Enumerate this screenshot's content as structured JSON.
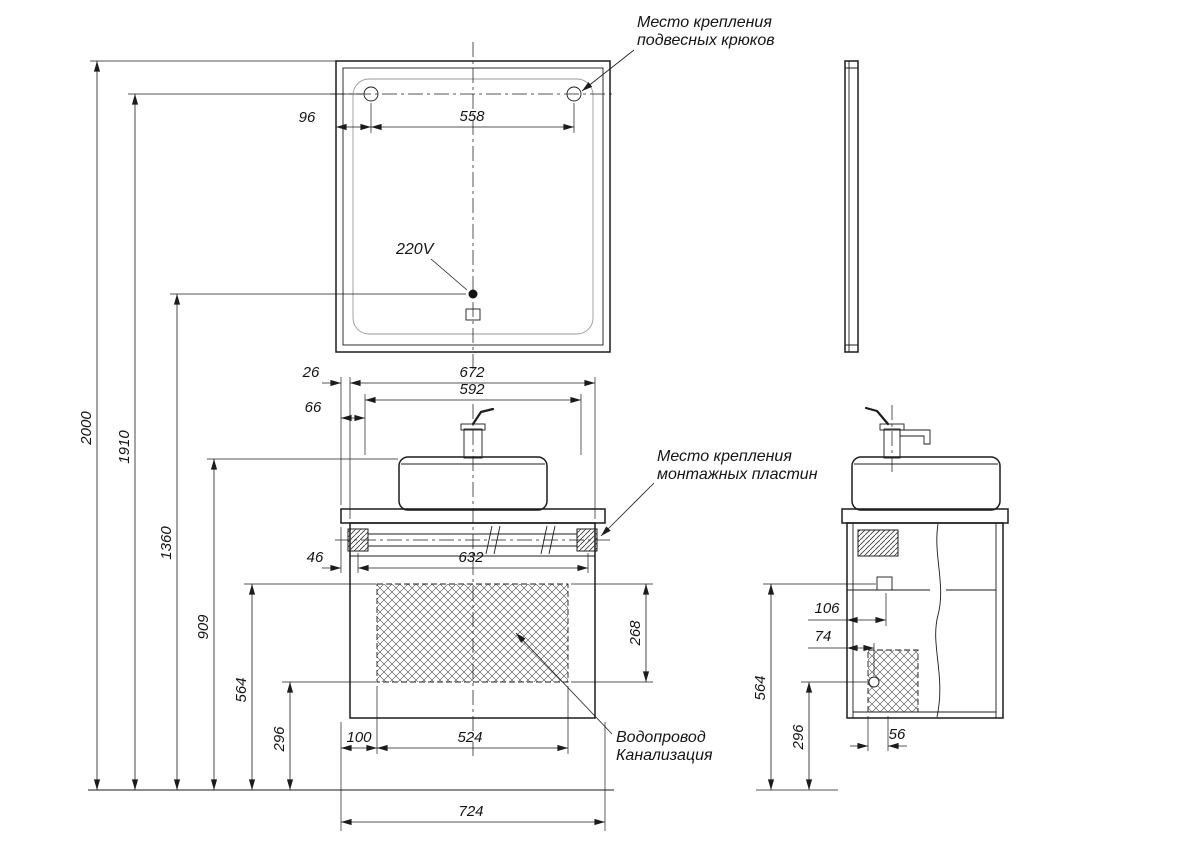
{
  "notes": {
    "hooks_line1": "Место крепления",
    "hooks_line2": "подвесных крюков",
    "power": "220V",
    "plates_line1": "Место крепления",
    "plates_line2": "монтажных пластин",
    "plumbing_line1": "Водопровод",
    "plumbing_line2": "Канализация"
  },
  "dimensions": {
    "mirror": {
      "hook_offset": "96",
      "hook_spacing": "558"
    },
    "heights": {
      "total": "2000",
      "hooks": "1910",
      "outlet": "1360",
      "basin_rim": "909",
      "water_supply": "564",
      "drain_outlet": "296"
    },
    "vanity_front": {
      "counter_overhang": "26",
      "cabinet_width": "672",
      "inner_width": "592",
      "inner_offset": "66",
      "plate_offset": "46",
      "plate_spacing": "632",
      "service_zone_height": "268",
      "service_zone_offset": "100",
      "service_zone_width": "524",
      "total_width": "724"
    },
    "vanity_side": {
      "water_depth": "106",
      "drain_depth": "74",
      "water_height": "564",
      "drain_height": "296",
      "drain_offset": "56"
    }
  }
}
